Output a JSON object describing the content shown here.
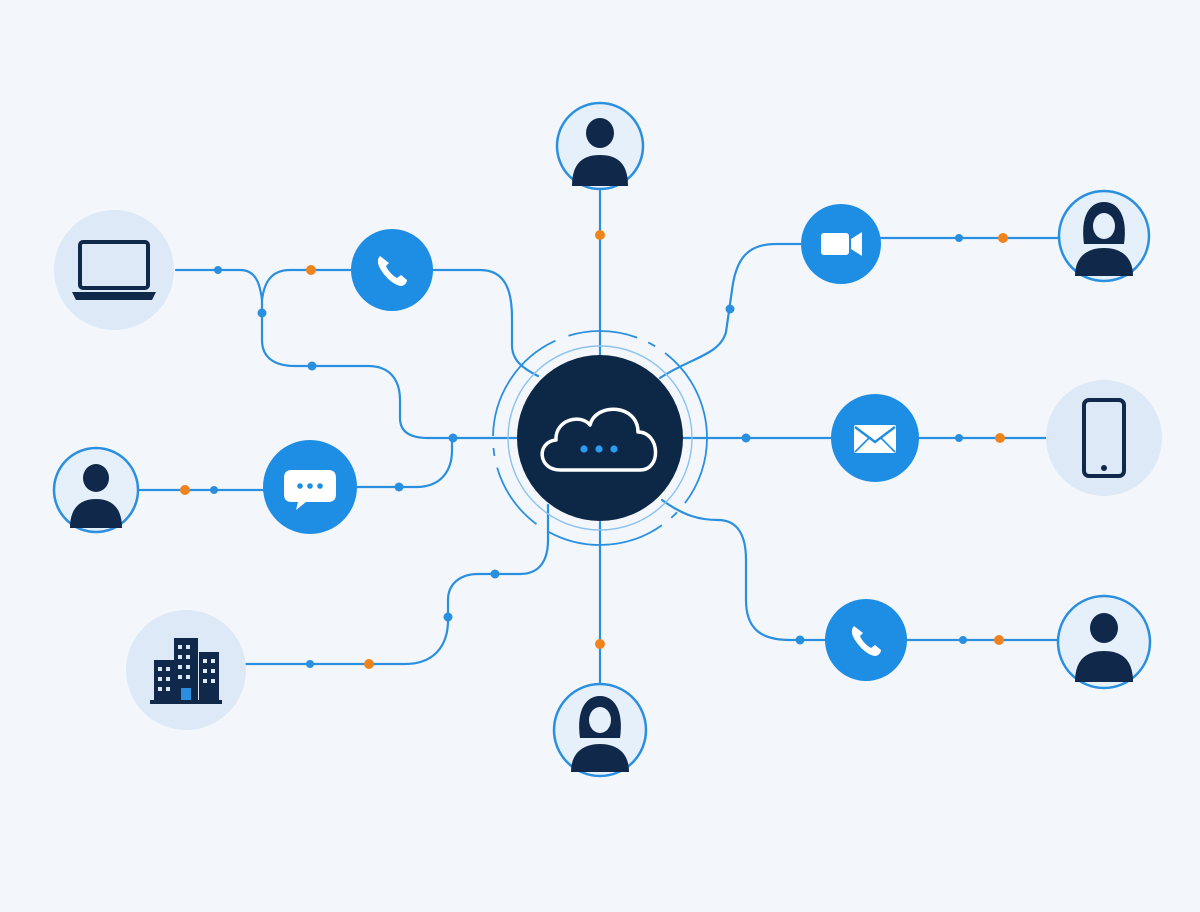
{
  "colors": {
    "background": "#f3f7fb",
    "line": "#2b8fe0",
    "accent_dot": "#f0841c",
    "hub_fill": "#0d2747",
    "node_blue": "#1e8de4",
    "avatar_bg": "#e6f0fb",
    "avatar_ring": "#2b8fe0",
    "soft_circle": "#dde9f6",
    "icon_dark": "#10294a",
    "icon_white": "#ffffff"
  },
  "hub": {
    "icon": "cloud-chat-icon"
  },
  "nodes": [
    {
      "id": "laptop",
      "icon": "laptop-icon",
      "style": "soft"
    },
    {
      "id": "phone-left",
      "icon": "phone-icon",
      "style": "blue"
    },
    {
      "id": "person-top",
      "icon": "person-male-icon",
      "style": "avatar"
    },
    {
      "id": "video",
      "icon": "video-camera-icon",
      "style": "blue"
    },
    {
      "id": "person-top-right",
      "icon": "person-female-icon",
      "style": "avatar"
    },
    {
      "id": "person-left",
      "icon": "person-male-icon",
      "style": "avatar"
    },
    {
      "id": "chat",
      "icon": "chat-bubble-icon",
      "style": "blue"
    },
    {
      "id": "mail",
      "icon": "envelope-icon",
      "style": "blue"
    },
    {
      "id": "smartphone",
      "icon": "smartphone-icon",
      "style": "soft"
    },
    {
      "id": "building",
      "icon": "office-building-icon",
      "style": "soft"
    },
    {
      "id": "person-bottom",
      "icon": "person-female-icon",
      "style": "avatar"
    },
    {
      "id": "phone-right",
      "icon": "phone-icon",
      "style": "blue"
    },
    {
      "id": "person-bottom-right",
      "icon": "person-male-icon",
      "style": "avatar"
    }
  ]
}
